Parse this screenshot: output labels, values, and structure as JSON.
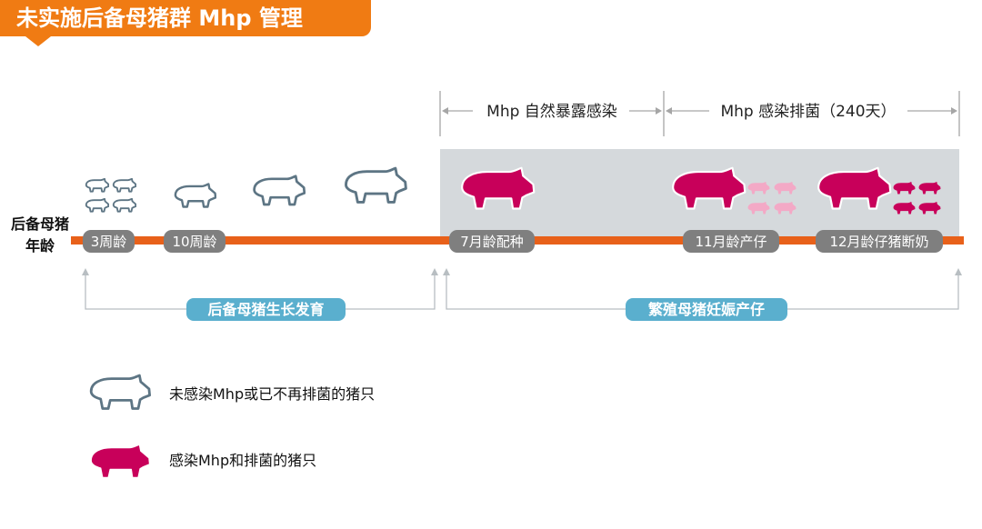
{
  "title": "未实施后备母猪群 Mhp 管理",
  "axis_label_line1": "后备母猪",
  "axis_label_line2": "年龄",
  "top_spans": [
    {
      "label": "Mhp 自然暴露感染"
    },
    {
      "label": "Mhp 感染排菌（240天）"
    }
  ],
  "milestones": [
    {
      "label": "3周龄"
    },
    {
      "label": "10周龄"
    },
    {
      "label": "7月龄配种"
    },
    {
      "label": "11月龄产仔"
    },
    {
      "label": "12月龄仔猪断奶"
    }
  ],
  "bottom_spans": [
    {
      "label": "后备母猪生长发育"
    },
    {
      "label": "繁殖母猪妊娠产仔"
    }
  ],
  "legend": [
    {
      "label": "未感染Mhp或已不再排菌的猪只",
      "icon": "pig-outline-icon"
    },
    {
      "label": "感染Mhp和排菌的猪只",
      "icon": "pig-filled-icon"
    }
  ],
  "colors": {
    "banner": "#f07b13",
    "timeline": "#e8611a",
    "milestone_bg": "#7f7f7f",
    "span_label_bg": "#5aafce",
    "shaded_region": "#d5d9dc",
    "pig_outline": "#5d7584",
    "pig_infected": "#c8005a",
    "piglet_pink": "#f3a9c6"
  }
}
